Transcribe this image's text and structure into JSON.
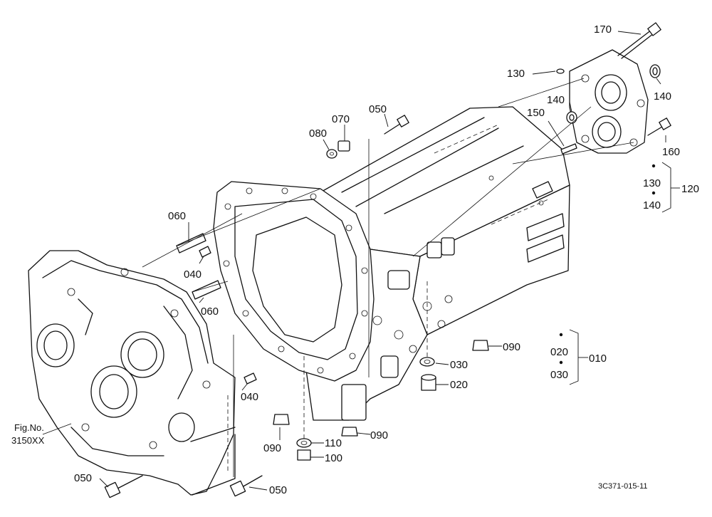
{
  "diagram": {
    "drawing_code": "3C371-015-11",
    "fig_ref_line1": "Fig.No.",
    "fig_ref_line2": "3150XX",
    "parts": {
      "p170": "170",
      "p130": "130",
      "p140a": "140",
      "p140b": "140",
      "p150": "150",
      "p160": "160",
      "p050top": "050",
      "p070": "070",
      "p080": "080",
      "p060a": "060",
      "p040a": "040",
      "p060b": "060",
      "p040b": "040",
      "p090a": "090",
      "p090b": "090",
      "p090c": "090",
      "p030": "030",
      "p020": "020",
      "p110": "110",
      "p100": "100",
      "p050a": "050",
      "p050b": "050"
    },
    "group_120": {
      "label": "120",
      "top": "130",
      "bottom": "140"
    },
    "group_010": {
      "label": "010",
      "top": "020",
      "bottom": "030"
    }
  }
}
